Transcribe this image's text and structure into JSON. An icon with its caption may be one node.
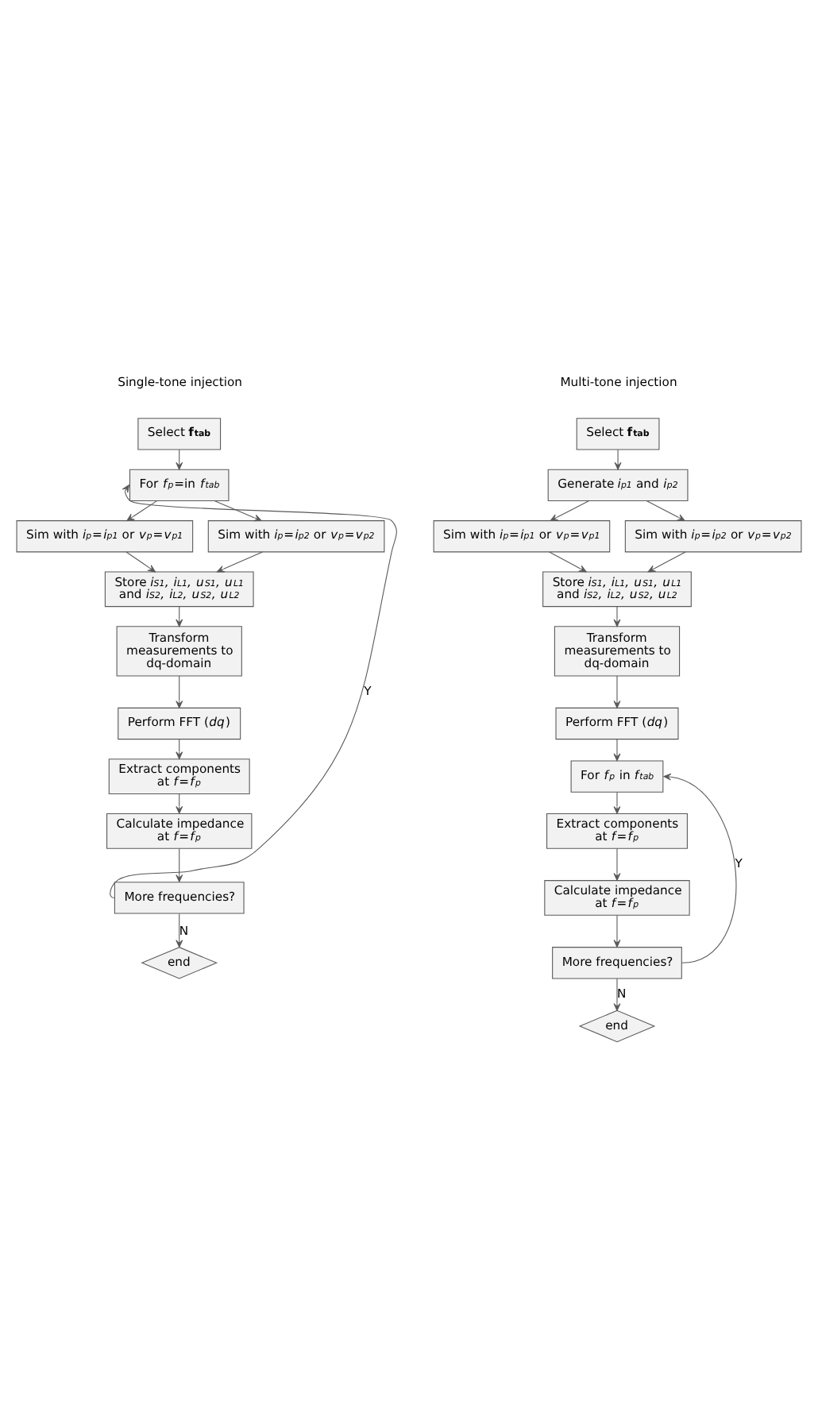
{
  "diagram": {
    "nodes": [
      {
        "text": [
          "Select **f$_{tab}$**"
        ]
      },
      {
        "text": [
          "For *f$_{p}$*=in *f$_{tab}$*"
        ]
      },
      {
        "text": [
          "Sim with *i$_{p}$*=*i$_{p1}$* or *v$_{p}$*=*v$_{p1}$*"
        ]
      },
      {
        "text": [
          "Sim with *i$_{p}$*=*i$_{p2}$* or *v$_{p}$*=*v$_{p2}$*"
        ]
      },
      {
        "text": [
          "Store *i$_{S1}$, i$_{L1}$, u$_{S1}$, u$_{L1}$* and *i$_{S2}$, i$_{L2}$, u$_{S2}$, u$_{L2}$*"
        ]
      },
      {
        "text": [
          "Transform measurements to dq-domain"
        ]
      },
      {
        "text": [
          "Perform FFT (*dq*)"
        ]
      },
      {
        "text": [
          "Extract components at *f*=*f$_{p}$*"
        ]
      },
      {
        "text": [
          "Calculate impedance at *f*=*f$_{p}$*"
        ]
      },
      {
        "text": [
          "More frequencies?"
        ]
      },
      {
        "text": [
          "end"
        ]
      },
      {
        "text": [
          "Select **f$_{tab}$**"
        ]
      },
      {
        "text": [
          "Generate *i$_{p1}$* and *i$_{p2}$*"
        ]
      },
      {
        "text": [
          "Sim with *i$_{p}$*=*i$_{p1}$* or *v$_{p}$*=*v$_{p1}$*"
        ]
      },
      {
        "text": [
          "Sim with *i$_{p}$*=*i$_{p2}$* or *v$_{p}$*=*v$_{p2}$*"
        ]
      },
      {
        "text": [
          "Store *i$_{S1}$, i$_{L1}$, u$_{S1}$, u$_{L1}$* and *i$_{S2}$, i$_{L2}$, u$_{S2}$, u$_{L2}$*"
        ]
      },
      {
        "text": [
          "Transform measurements to dq-domain"
        ]
      },
      {
        "text": [
          "Perform FFT (*dq*)"
        ]
      },
      {
        "text": [
          "For *f$_{p}$* in *f$_{tab}$*"
        ]
      },
      {
        "text": [
          "Extract components at *f*=*f$_{p}$*"
        ]
      },
      {
        "text": [
          "Calculate impedance at *f*=*f$_{p}$*"
        ]
      },
      {
        "text": [
          "More frequencies?"
        ]
      },
      {
        "text": [
          "end"
        ]
      }
    ],
    "edges": [
      {
        "from": 0,
        "to": 1,
        "arrow": "to"
      },
      {
        "from": 1,
        "to": 2,
        "arrow": "to"
      },
      {
        "from": 1,
        "to": 3,
        "arrow": "to"
      },
      {
        "from": 2,
        "to": 4,
        "arrow": "to"
      },
      {
        "from": 3,
        "to": 4,
        "arrow": "to"
      },
      {
        "from": 4,
        "to": 5,
        "arrow": "to"
      },
      {
        "from": 5,
        "to": 6,
        "arrow": "to"
      },
      {
        "from": 6,
        "to": 7,
        "arrow": "to"
      },
      {
        "from": 7,
        "to": 8,
        "arrow": "to"
      },
      {
        "from": 8,
        "to": 9,
        "arrow": "to"
      },
      {
        "from": 9,
        "to": 1,
        "arrow": "to",
        "label": "Y"
      },
      {
        "from": 9,
        "to": 10,
        "arrow": "to",
        "label": "N"
      },
      {
        "from": 11,
        "to": 12,
        "arrow": "to"
      },
      {
        "from": 12,
        "to": 13,
        "arrow": "to"
      },
      {
        "from": 12,
        "to": 14,
        "arrow": "to"
      },
      {
        "from": 13,
        "to": 15,
        "arrow": "to"
      },
      {
        "from": 14,
        "to": 15,
        "arrow": "to"
      },
      {
        "from": 15,
        "to": 16,
        "arrow": "to"
      },
      {
        "from": 16,
        "to": 17,
        "arrow": "to"
      },
      {
        "from": 17,
        "to": 18,
        "arrow": "to"
      },
      {
        "from": 18,
        "to": 19,
        "arrow": "to"
      },
      {
        "from": 19,
        "to": 20,
        "arrow": "to"
      },
      {
        "from": 20,
        "to": 21,
        "arrow": "to"
      },
      {
        "from": 21,
        "to": 18,
        "arrow": "to",
        "label": "Y"
      },
      {
        "from": 21,
        "to": 22,
        "arrow": "to",
        "label": "N"
      }
    ],
    "labels": [
      "Single-tone injection",
      "Multi-tone injection"
    ]
  }
}
